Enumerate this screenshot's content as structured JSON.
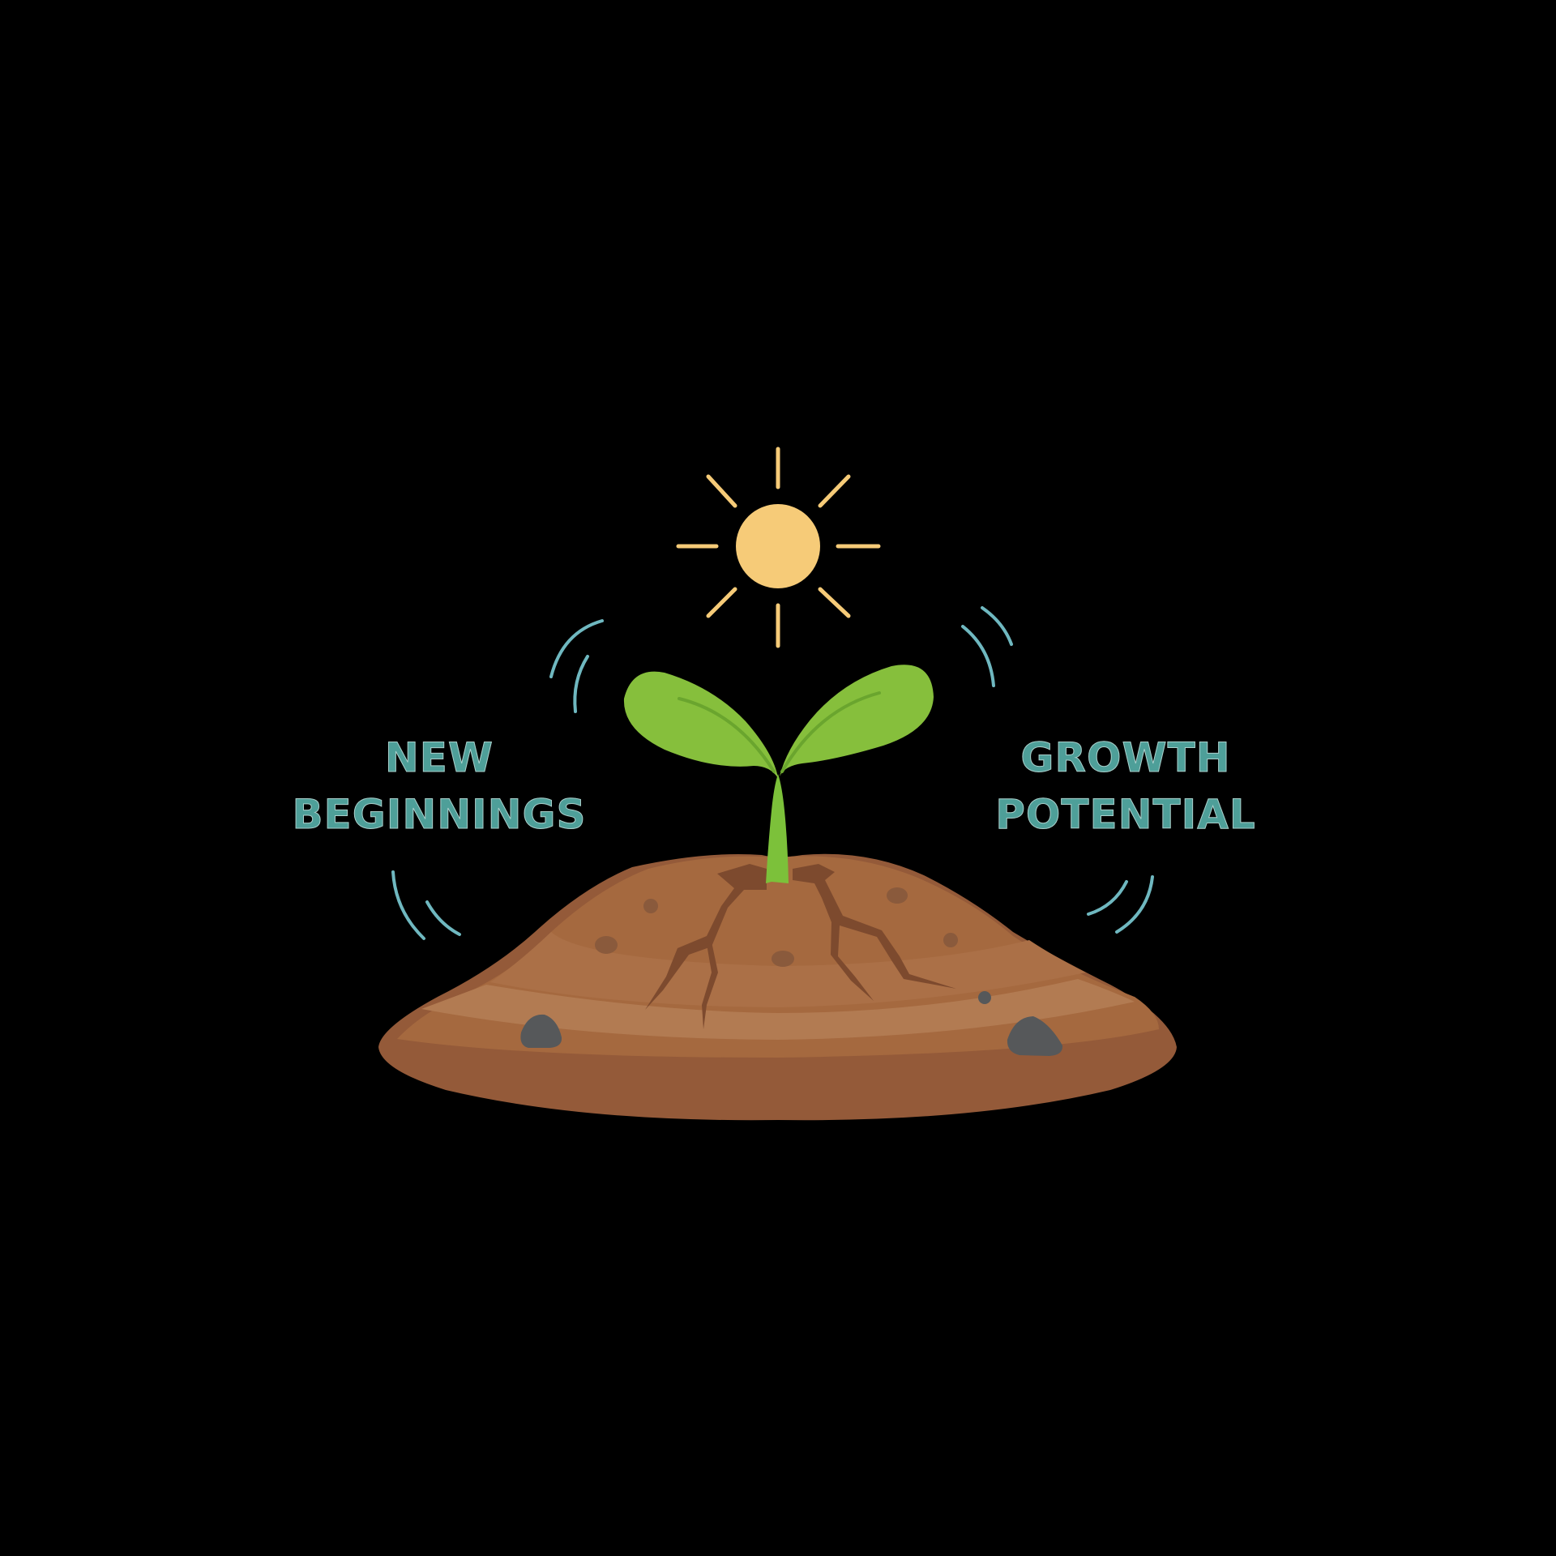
{
  "labels": {
    "left": {
      "line1": "NEW",
      "line2": "BEGINNINGS"
    },
    "right": {
      "line1": "GROWTH",
      "line2": "POTENTIAL"
    }
  },
  "icons": {
    "sun": "sun-icon",
    "sprout": "sprout-icon",
    "soil": "soil-mound",
    "motion_lines": "motion-arc-icon"
  },
  "colors": {
    "background": "#000000",
    "sun": "#f6cb78",
    "leaf": "#86bf3c",
    "leaf_vein": "#6aa52e",
    "stem": "#7cc13a",
    "soil_dark": "#945a39",
    "soil_mid": "#a5693f",
    "soil_light": "#b27b52",
    "soil_crack": "#7d4a2e",
    "soil_dot": "#8a5a3c",
    "rock": "#56585a",
    "text": "#4e9f99",
    "motion_lines": "#6fb8c0"
  }
}
